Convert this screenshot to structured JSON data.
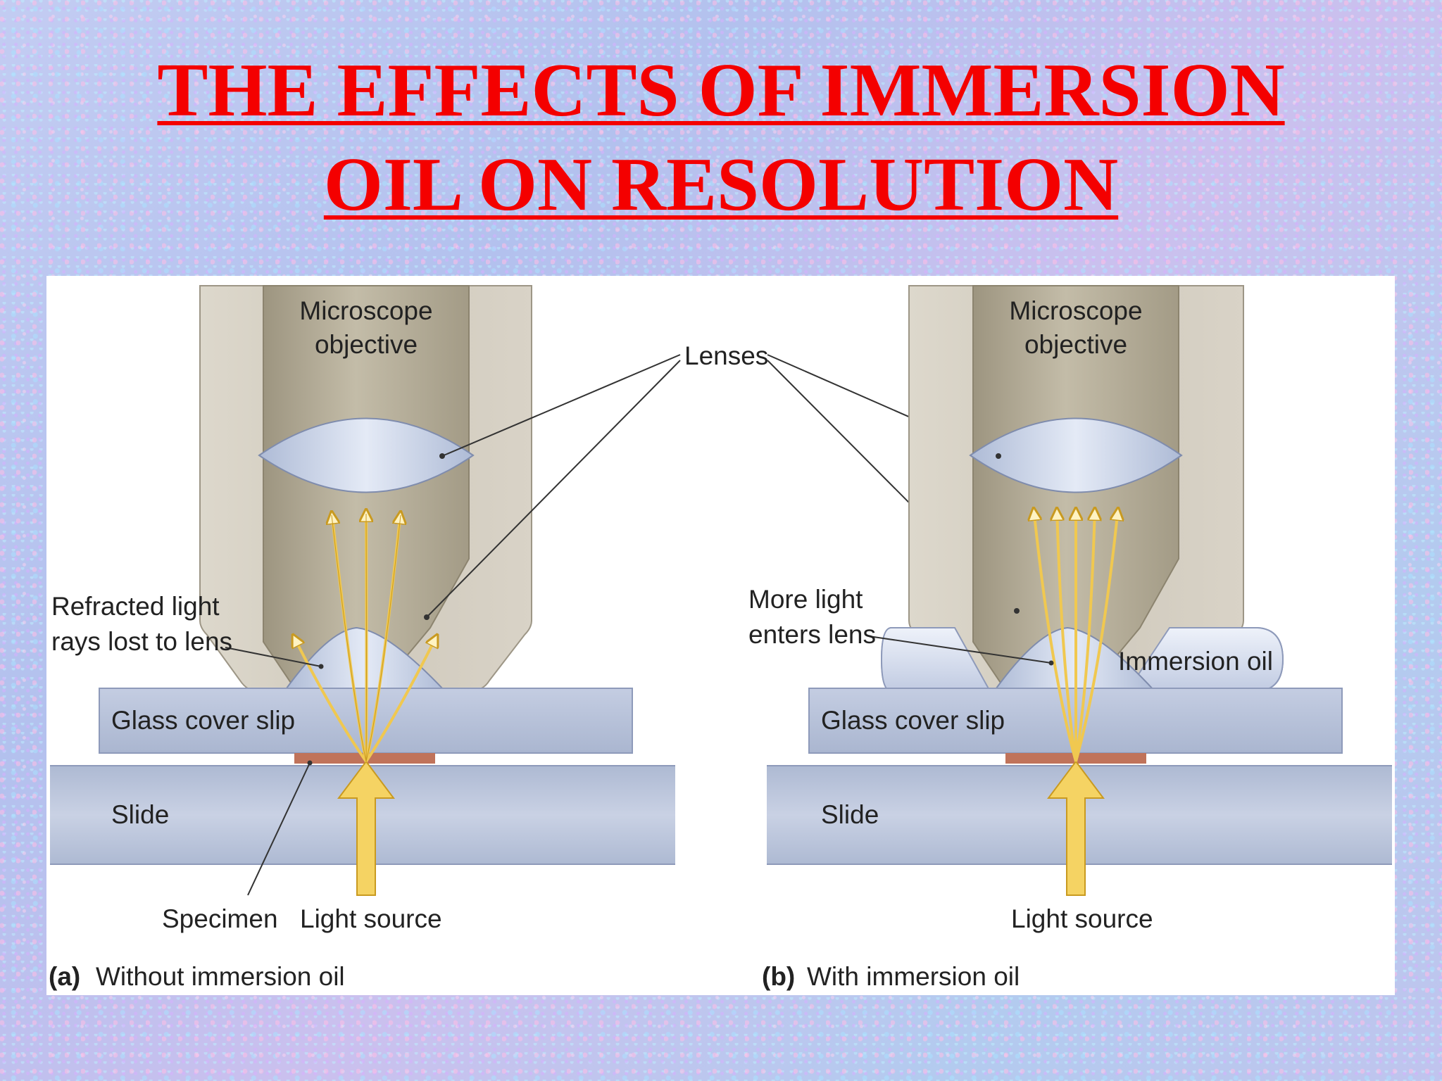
{
  "title": {
    "line1": "THE EFFECTS OF IMMERSION",
    "line2": "OIL ON RESOLUTION"
  },
  "diagram": {
    "lenses_label": "Lenses",
    "panel_a": {
      "objective_line1": "Microscope",
      "objective_line2": "objective",
      "refracted_line1": "Refracted light",
      "refracted_line2": "rays lost to lens",
      "cover_slip": "Glass cover slip",
      "slide": "Slide",
      "specimen": "Specimen",
      "light_source": "Light source",
      "caption_letter": "(a)",
      "caption_text": "Without immersion oil"
    },
    "panel_b": {
      "objective_line1": "Microscope",
      "objective_line2": "objective",
      "more_light_line1": "More light",
      "more_light_line2": "enters lens",
      "immersion_oil": "Immersion oil",
      "cover_slip": "Glass cover slip",
      "slide": "Slide",
      "light_source": "Light source",
      "caption_letter": "(b)",
      "caption_text": "With immersion oil"
    }
  },
  "colors": {
    "title": "#f40000",
    "objective_outer": "#d6d0c4",
    "objective_inner": "#aba38f",
    "lens": "#c8d2e8",
    "glass": "#b6c0d8",
    "specimen": "#c0735a",
    "light": "#f5d363"
  }
}
